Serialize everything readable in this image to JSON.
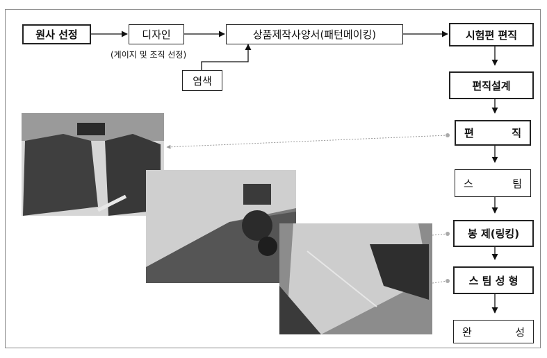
{
  "top_flow": {
    "yarn": "원사 선정",
    "design": "디자인",
    "design_note": "(게이지 및 조직 선정)",
    "spec": "상품제작사양서(패턴메이킹)",
    "dyeing": "염색",
    "sample": "시험편 편직"
  },
  "process": {
    "knit_design": "편직설계",
    "knitting": [
      "편",
      "직"
    ],
    "steaming": [
      "스",
      "팀"
    ],
    "sewing": "봉 제(링킹)",
    "steam_forming": "스 팀 성 형",
    "finished": [
      "완",
      "성"
    ]
  }
}
